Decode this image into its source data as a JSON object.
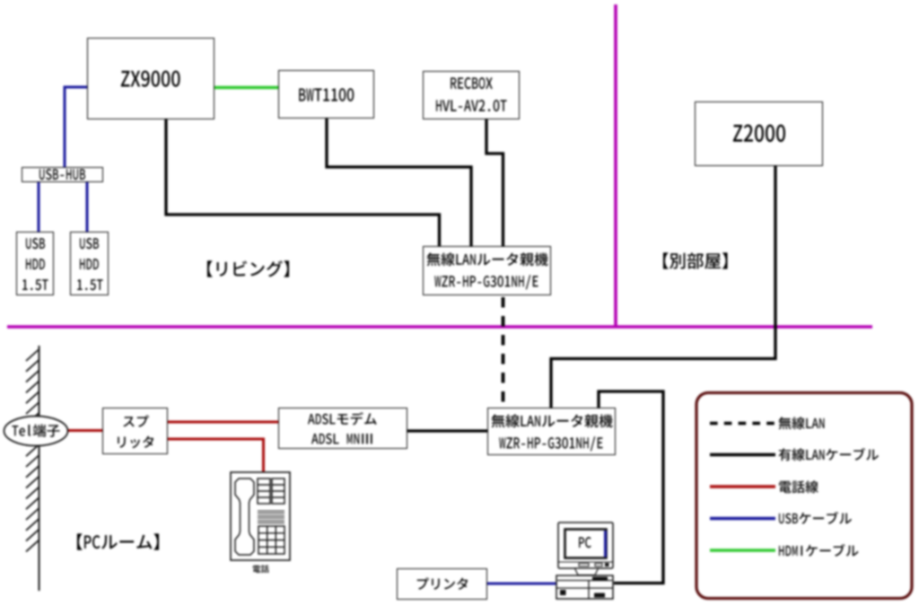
{
  "diagram": {
    "type": "home-network-wiring-diagram",
    "language": "ja"
  },
  "sections": {
    "living": {
      "label": "【リビング】"
    },
    "other_room": {
      "label": "【別部屋】"
    },
    "pc_room": {
      "label": "【PCルーム】"
    }
  },
  "nodes": {
    "zx9000": {
      "label": "ZX9000"
    },
    "bwt1100": {
      "label": "BWT1100"
    },
    "recbox": {
      "line1": "RECBOX",
      "line2": "HVL-AV2.0T"
    },
    "usb_hub": {
      "label": "USB-HUB"
    },
    "usb_hdd_1": {
      "line1": "USB",
      "line2": "HDD",
      "line3": "1.5T"
    },
    "usb_hdd_2": {
      "line1": "USB",
      "line2": "HDD",
      "line3": "1.5T"
    },
    "z2000": {
      "label": "Z2000"
    },
    "router_living": {
      "line1": "無線LANルータ親機",
      "line2": "WZR-HP-G301NH/E"
    },
    "router_pcroom": {
      "line1": "無線LANルータ親機",
      "line2": "WZR-HP-G301NH/E"
    },
    "tel_jack": {
      "label": "Tel端子"
    },
    "splitter": {
      "line1": "スプ",
      "line2": "リッタ"
    },
    "adsl_modem": {
      "line1": "ADSLモデム",
      "line2": "ADSL MNⅢ"
    },
    "phone": {
      "label": "電話"
    },
    "printer": {
      "label": "プリンタ"
    },
    "pc": {
      "label": "PC"
    }
  },
  "legend": {
    "items": [
      {
        "label": "無線LAN",
        "style": "dashed",
        "color": "#000000"
      },
      {
        "label": "有線LANケーブル",
        "style": "solid",
        "color": "#000000"
      },
      {
        "label": "電話線",
        "style": "solid",
        "color": "#aa0e0e"
      },
      {
        "label": "USBケーブル",
        "style": "solid",
        "color": "#1a1a9c"
      },
      {
        "label": "HDMIケーブル",
        "style": "solid",
        "color": "#2fc92f"
      }
    ]
  },
  "colors": {
    "wired_lan": "#000000",
    "wireless_lan": "#000000",
    "phone_line": "#aa0e0e",
    "usb": "#1a1a9c",
    "hdmi": "#2fc92f",
    "room_divider": "#b400b4",
    "legend_border": "#5e1414",
    "background": "#ffffff"
  }
}
